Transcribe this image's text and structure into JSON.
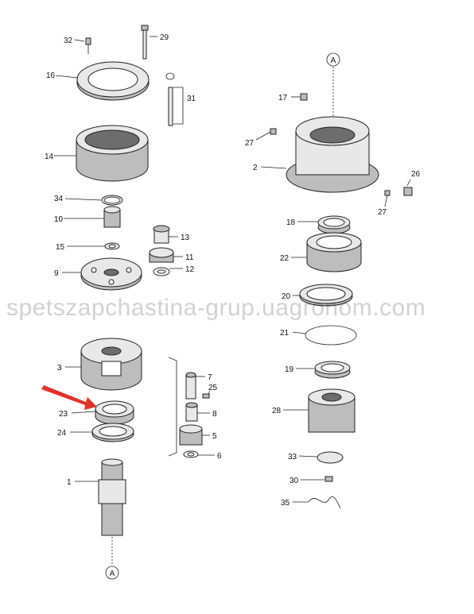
{
  "callouts": {
    "c1": "1",
    "c2": "2",
    "c3": "3",
    "c5": "5",
    "c6": "6",
    "c7": "7",
    "c8": "8",
    "c9": "9",
    "c10": "10",
    "c11": "11",
    "c12": "12",
    "c13": "13",
    "c14": "14",
    "c15": "15",
    "c16": "16",
    "c17": "17",
    "c18": "18",
    "c19": "19",
    "c20": "20",
    "c21": "21",
    "c22": "22",
    "c23": "23",
    "c24": "24",
    "c25": "25",
    "c26": "26",
    "c27a": "27",
    "c27b": "27",
    "c28": "28",
    "c29": "29",
    "c30": "30",
    "c31": "31",
    "c32": "32",
    "c33": "33",
    "c34": "34",
    "c35": "35"
  },
  "reference_marks": {
    "top": "A",
    "bottom": "A"
  },
  "watermark": "spetszapchastina-grup.uagronom.com",
  "highlight": {
    "target_part": "23",
    "color": "#e0322b"
  }
}
